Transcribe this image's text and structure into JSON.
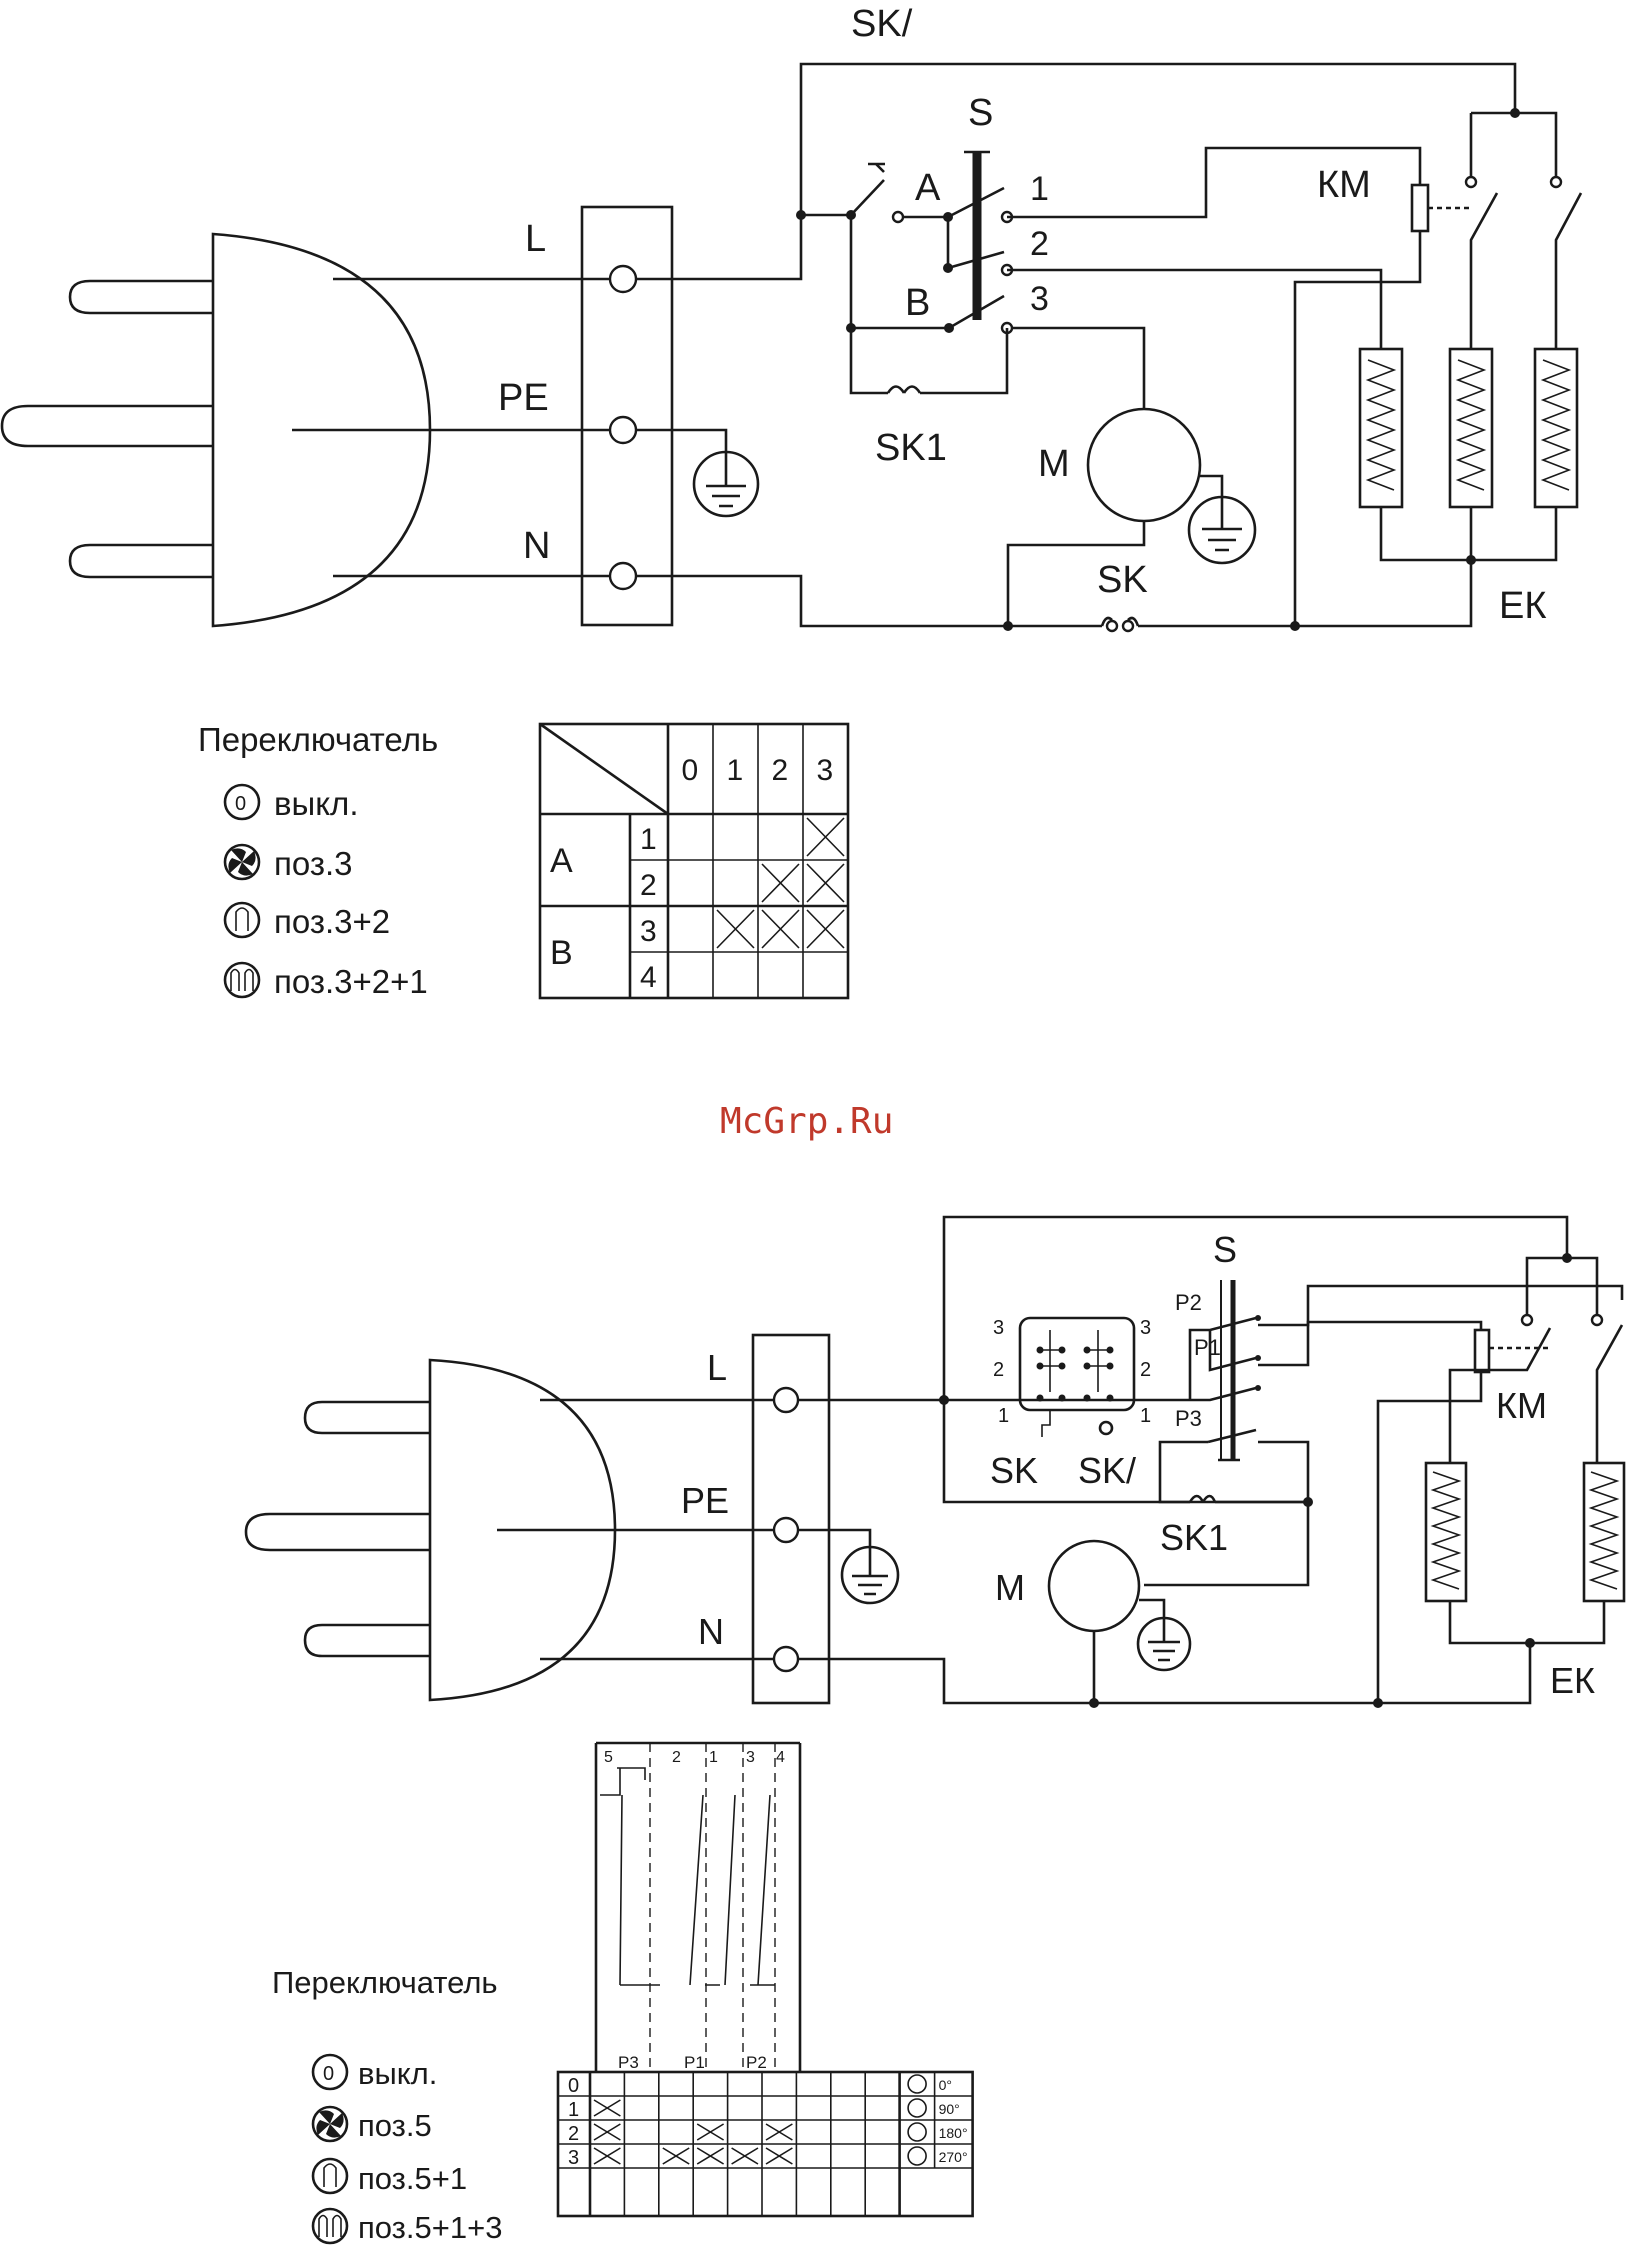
{
  "diagram1": {
    "labels": {
      "sk_thermal": "SK/",
      "switch": "S",
      "line": "L",
      "earth": "PE",
      "neutral": "N",
      "contact_a": "A",
      "contact_b": "B",
      "pos1": "1",
      "pos2": "2",
      "pos3": "3",
      "thermostat": "КМ",
      "sk1": "SK1",
      "motor": "M",
      "sk": "SK",
      "heater": "ЕК"
    },
    "legend": {
      "title": "Переключатель",
      "items": [
        {
          "icon": "off-circle-icon",
          "text": "выкл."
        },
        {
          "icon": "fan-icon",
          "text": "поз.3"
        },
        {
          "icon": "heater-one-icon",
          "text": "поз.3+2"
        },
        {
          "icon": "heater-two-icon",
          "text": "поз.3+2+1"
        }
      ]
    },
    "table": {
      "cols": [
        "0",
        "1",
        "2",
        "3"
      ],
      "groups": [
        {
          "name": "A",
          "rows": [
            {
              "num": "1",
              "marks": [
                false,
                false,
                false,
                true
              ]
            },
            {
              "num": "2",
              "marks": [
                false,
                false,
                true,
                true
              ]
            }
          ]
        },
        {
          "name": "B",
          "rows": [
            {
              "num": "3",
              "marks": [
                false,
                true,
                true,
                true
              ]
            },
            {
              "num": "4",
              "marks": [
                false,
                false,
                false,
                false
              ]
            }
          ]
        }
      ]
    }
  },
  "watermark": "McGrp.Ru",
  "diagram2": {
    "labels": {
      "switch": "S",
      "p2": "P2",
      "p1": "P1",
      "p3": "P3",
      "line": "L",
      "earth": "PE",
      "neutral": "N",
      "thermostat": "КМ",
      "sk": "SK",
      "sk_thermal": "SK/",
      "sk1": "SK1",
      "motor": "M",
      "heater": "ЕК",
      "block_left": [
        "3",
        "2",
        "1"
      ],
      "block_right": [
        "3",
        "2",
        "1"
      ]
    },
    "contact_cols": [
      "5",
      "2",
      "1",
      "3",
      "4"
    ],
    "contact_groups": [
      "P3",
      "P1",
      "P2"
    ],
    "legend": {
      "title": "Переключатель",
      "items": [
        {
          "icon": "off-circle-icon",
          "text": "выкл."
        },
        {
          "icon": "fan-icon",
          "text": "поз.5"
        },
        {
          "icon": "heater-one-icon",
          "text": "поз.5+1"
        },
        {
          "icon": "heater-two-icon",
          "text": "поз.5+1+3"
        }
      ]
    },
    "table": {
      "rows": [
        {
          "num": "0",
          "angle": "0°",
          "marks": [
            false,
            false,
            false,
            false,
            false,
            false,
            false,
            false,
            false
          ]
        },
        {
          "num": "1",
          "angle": "90°",
          "marks": [
            true,
            false,
            false,
            false,
            false,
            false,
            false,
            false,
            false
          ]
        },
        {
          "num": "2",
          "angle": "180°",
          "marks": [
            true,
            false,
            false,
            true,
            false,
            true,
            false,
            false,
            false
          ]
        },
        {
          "num": "3",
          "angle": "270°",
          "marks": [
            true,
            false,
            true,
            true,
            true,
            true,
            false,
            false,
            false
          ]
        }
      ]
    }
  }
}
